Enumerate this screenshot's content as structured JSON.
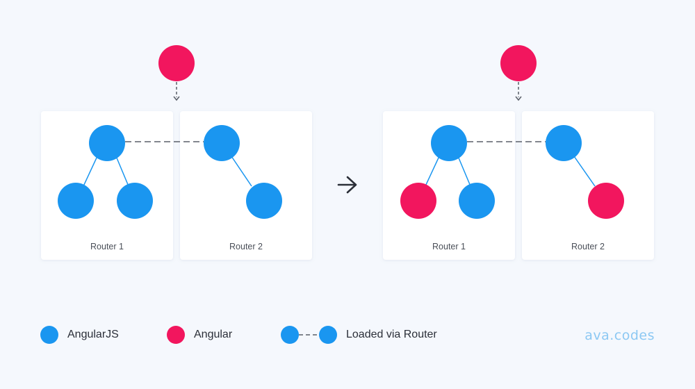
{
  "colors": {
    "angularjs": "#1a96f0",
    "angular": "#f2165e",
    "panel": "#ffffff",
    "edge": "#1a96f0",
    "dashed": "#5a5f68",
    "arrow": "#2b2f38",
    "label": "#4a4f58",
    "brand": "#8cc8f3"
  },
  "diagram": {
    "before": {
      "router1_label": "Router 1",
      "router2_label": "Router 2",
      "top_node": "angular",
      "router1": {
        "root": "angularjs",
        "left_child": "angularjs",
        "right_child": "angularjs"
      },
      "router2": {
        "root": "angularjs",
        "child": "angularjs"
      }
    },
    "after": {
      "router1_label": "Router 1",
      "router2_label": "Router 2",
      "top_node": "angular",
      "router1": {
        "root": "angularjs",
        "left_child": "angular",
        "right_child": "angularjs"
      },
      "router2": {
        "root": "angularjs",
        "child": "angular"
      }
    },
    "transition_icon": "arrow-right-icon"
  },
  "legend": {
    "angularjs": "AngularJS",
    "angular": "Angular",
    "loaded_via_router": "Loaded via Router"
  },
  "brand": "ava.codes"
}
